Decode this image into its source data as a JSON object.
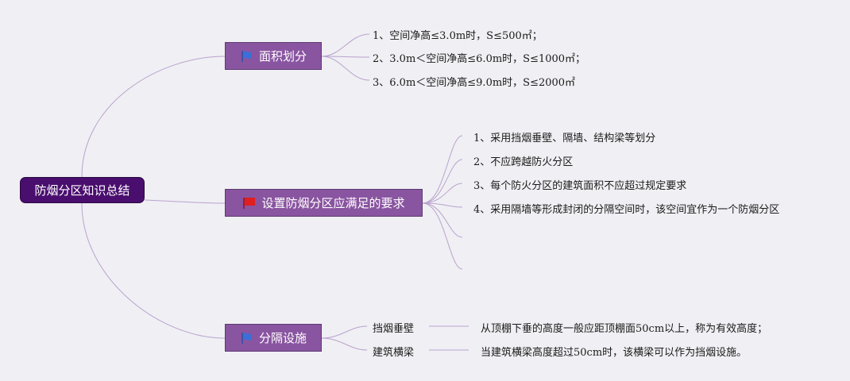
{
  "root": {
    "label": "防烟分区知识总结"
  },
  "branches": [
    {
      "label": "面积划分",
      "icon": "flag-blue-icon",
      "items": [
        "1、空间净高≤3.0m时，S≤500㎡；",
        "2、3.0m＜空间净高≤6.0m时，S≤1000㎡；",
        "3、6.0m＜空间净高≤9.0m时，S≤2000㎡"
      ]
    },
    {
      "label": "设置防烟分区应满足的要求",
      "icon": "flag-red-icon",
      "items": [
        "1、采用挡烟垂壁、隔墙、结构梁等划分",
        "2、不应跨越防火分区",
        "3、每个防火分区的建筑面积不应超过规定要求",
        "4、采用隔墙等形成封闭的分隔空间时，该空间宜作为一个防烟分区",
        "",
        ""
      ]
    },
    {
      "label": "分隔设施",
      "icon": "flag-blue-icon",
      "items": [
        {
          "label": "挡烟垂壁",
          "detail": "从顶棚下垂的高度一般应距顶棚面50cm以上，称为有效高度；"
        },
        {
          "label": "建筑横梁",
          "detail": "当建筑横梁高度超过50cm时，该横梁可以作为挡烟设施。"
        }
      ]
    }
  ],
  "colors": {
    "root": "#4a0f6e",
    "branch": "#8a55a0",
    "line": "#b9a3cf",
    "flag_blue": "#3b6fd8",
    "flag_red": "#e02020"
  }
}
